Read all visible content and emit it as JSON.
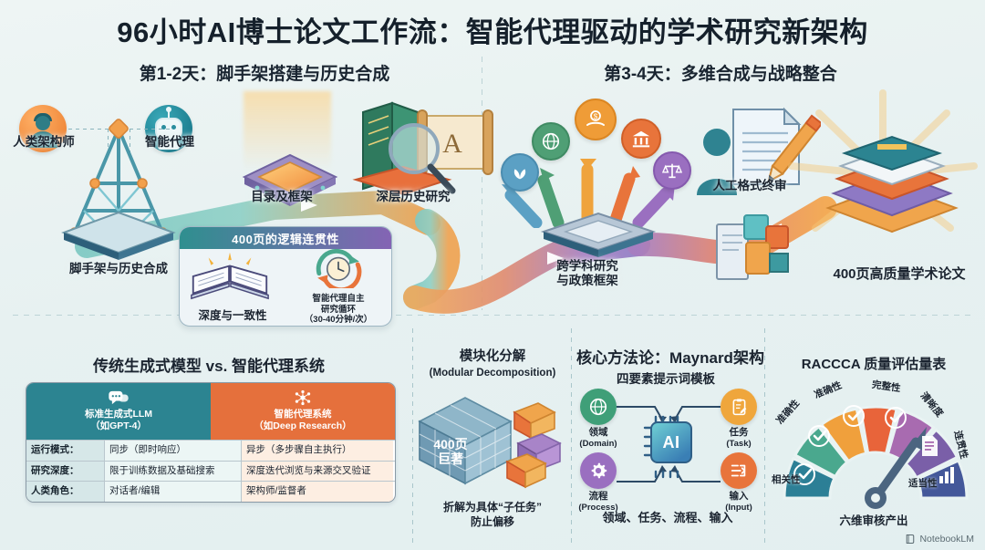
{
  "title": "96小时AI博士论文工作流：智能代理驱动的学术研究新架构",
  "stages": {
    "stage1_header": "第1-2天：脚手架搭建与历史合成",
    "stage2_header": "第3-4天：多维合成与战略整合"
  },
  "scene_left": {
    "human_label": "人类架构师",
    "agent_label": "智能代理",
    "scaffold_label": "脚手架与历史合成",
    "chip_label": "目录及框架",
    "books_label": "深层历史研究"
  },
  "coherence_card": {
    "title": "400页的逻辑连贯性",
    "left_label": "深度与一致性",
    "right_label_line1": "智能代理自主",
    "right_label_line2": "研究循环",
    "right_label_line3": "（30-40分钟/次）"
  },
  "scene_right": {
    "cross_label_line1": "跨学科研究",
    "cross_label_line2": "与政策框架",
    "review_label": "人工格式终审",
    "paper_label": "400页高质量学术论文",
    "badges": [
      {
        "name": "eco-badge",
        "icon": "leaf-icon",
        "color": "#5ba0c4"
      },
      {
        "name": "globe-badge",
        "icon": "globe-icon",
        "color": "#4f9f75"
      },
      {
        "name": "money-badge",
        "icon": "money-hand-icon",
        "color": "#ef9c37"
      },
      {
        "name": "bank-badge",
        "icon": "bank-icon",
        "color": "#e8743b"
      },
      {
        "name": "law-badge",
        "icon": "scales-icon",
        "color": "#9a6fc0"
      }
    ]
  },
  "comparison": {
    "title": "传统生成式模型 vs. 智能代理系统",
    "col_left": {
      "line1": "标准生成式LLM",
      "line2": "（如GPT-4）",
      "color": "#2c8491",
      "icon": "chat-bubbles-icon"
    },
    "col_right": {
      "line1": "智能代理系统",
      "line2": "（如Deep Research）",
      "color": "#e5703c",
      "icon": "network-nodes-icon"
    },
    "rows": [
      {
        "key": "运行模式：",
        "left": "同步（即时响应）",
        "right": "异步（多步骤自主执行）"
      },
      {
        "key": "研究深度：",
        "left": "限于训练数据及基础搜索",
        "right": "深度迭代浏览与来源交叉验证"
      },
      {
        "key": "人类角色：",
        "left": "对话者/编辑",
        "right": "架构师/监督者"
      }
    ]
  },
  "modular": {
    "title": "模块化分解",
    "subtitle": "(Modular Decomposition)",
    "cube_label": "400页\n巨著",
    "cube_label_line1": "400页",
    "cube_label_line2": "巨著",
    "caption_line1": "折解为具体“子任务”",
    "caption_line2": "防止偏移"
  },
  "methodology": {
    "title": "核心方法论：Maynard架构",
    "four_title": "四要素提示词模板",
    "center": "AI",
    "elements": [
      {
        "cn": "领域",
        "en": "(Domain)",
        "color": "#3f9f78",
        "icon": "globe-icon"
      },
      {
        "cn": "任务",
        "en": "(Task)",
        "color": "#efa63c",
        "icon": "clipboard-pencil-icon"
      },
      {
        "cn": "流程",
        "en": "(Process)",
        "color": "#9a6fc0",
        "icon": "gear-icon"
      },
      {
        "cn": "输入",
        "en": "(Input)",
        "color": "#e8743b",
        "icon": "import-arrow-icon"
      }
    ],
    "caption": "领域、任务、流程、输入"
  },
  "raccca": {
    "title": "RACCCA 质量评估量表",
    "caption": "六维审核产出",
    "segments": [
      {
        "label": "相关性",
        "color": "#2c7f96",
        "icon": "check-icon"
      },
      {
        "label": "准确性",
        "color": "#4aa88e",
        "icon": "check-icon"
      },
      {
        "label": "准确性",
        "color": "#f0a03c",
        "icon": "check-icon"
      },
      {
        "label": "完整性",
        "color": "#e8643a",
        "icon": "check-icon"
      },
      {
        "label": "清晰度",
        "color": "#a86bb0",
        "icon": "document-icon"
      },
      {
        "label": "连贯性",
        "color": "#4a5f9e",
        "icon": "bars-icon"
      },
      {
        "label": "适当性",
        "color": "#4a5f9e",
        "icon": "bars-icon"
      }
    ]
  },
  "watermark": "NotebookLM"
}
